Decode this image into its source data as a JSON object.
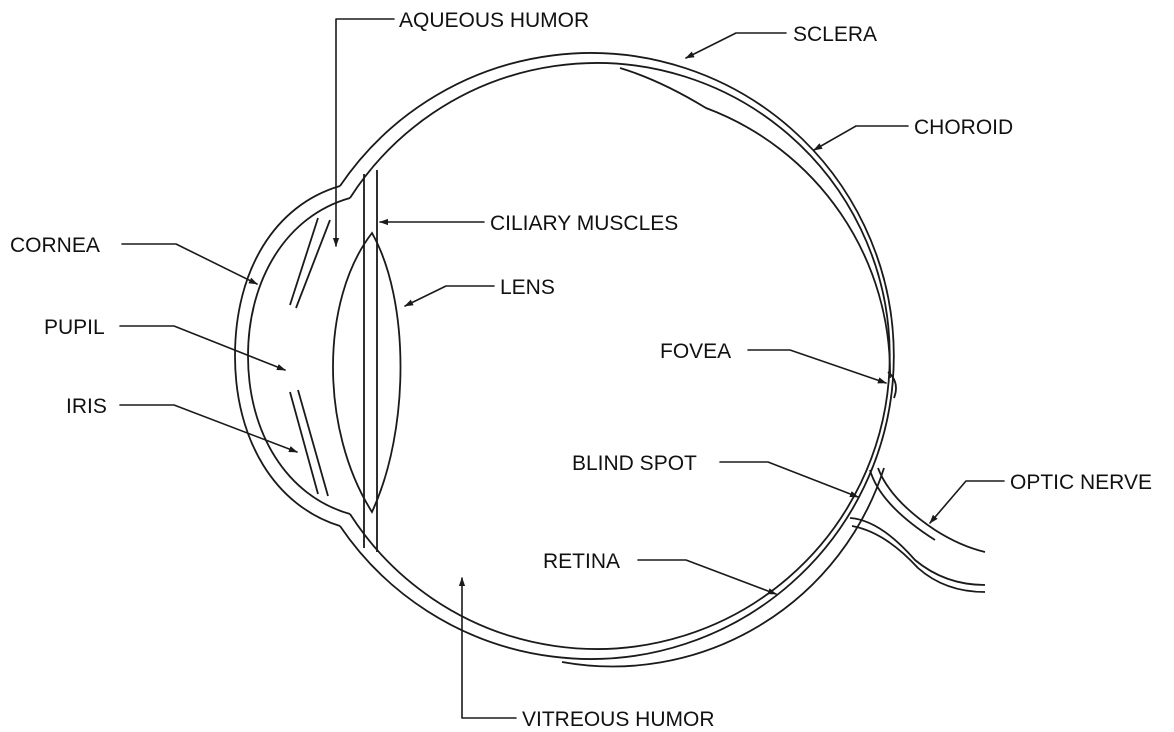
{
  "labels": {
    "aqueous_humor": "AQUEOUS HUMOR",
    "sclera": "SCLERA",
    "choroid": "CHOROID",
    "ciliary_muscles": "CILIARY MUSCLES",
    "cornea": "CORNEA",
    "lens": "LENS",
    "pupil": "PUPIL",
    "iris": "IRIS",
    "fovea": "FOVEA",
    "blind_spot": "BLIND SPOT",
    "optic_nerve": "OPTIC NERVE",
    "retina": "RETINA",
    "vitreous_humor": "VITREOUS HUMOR"
  }
}
